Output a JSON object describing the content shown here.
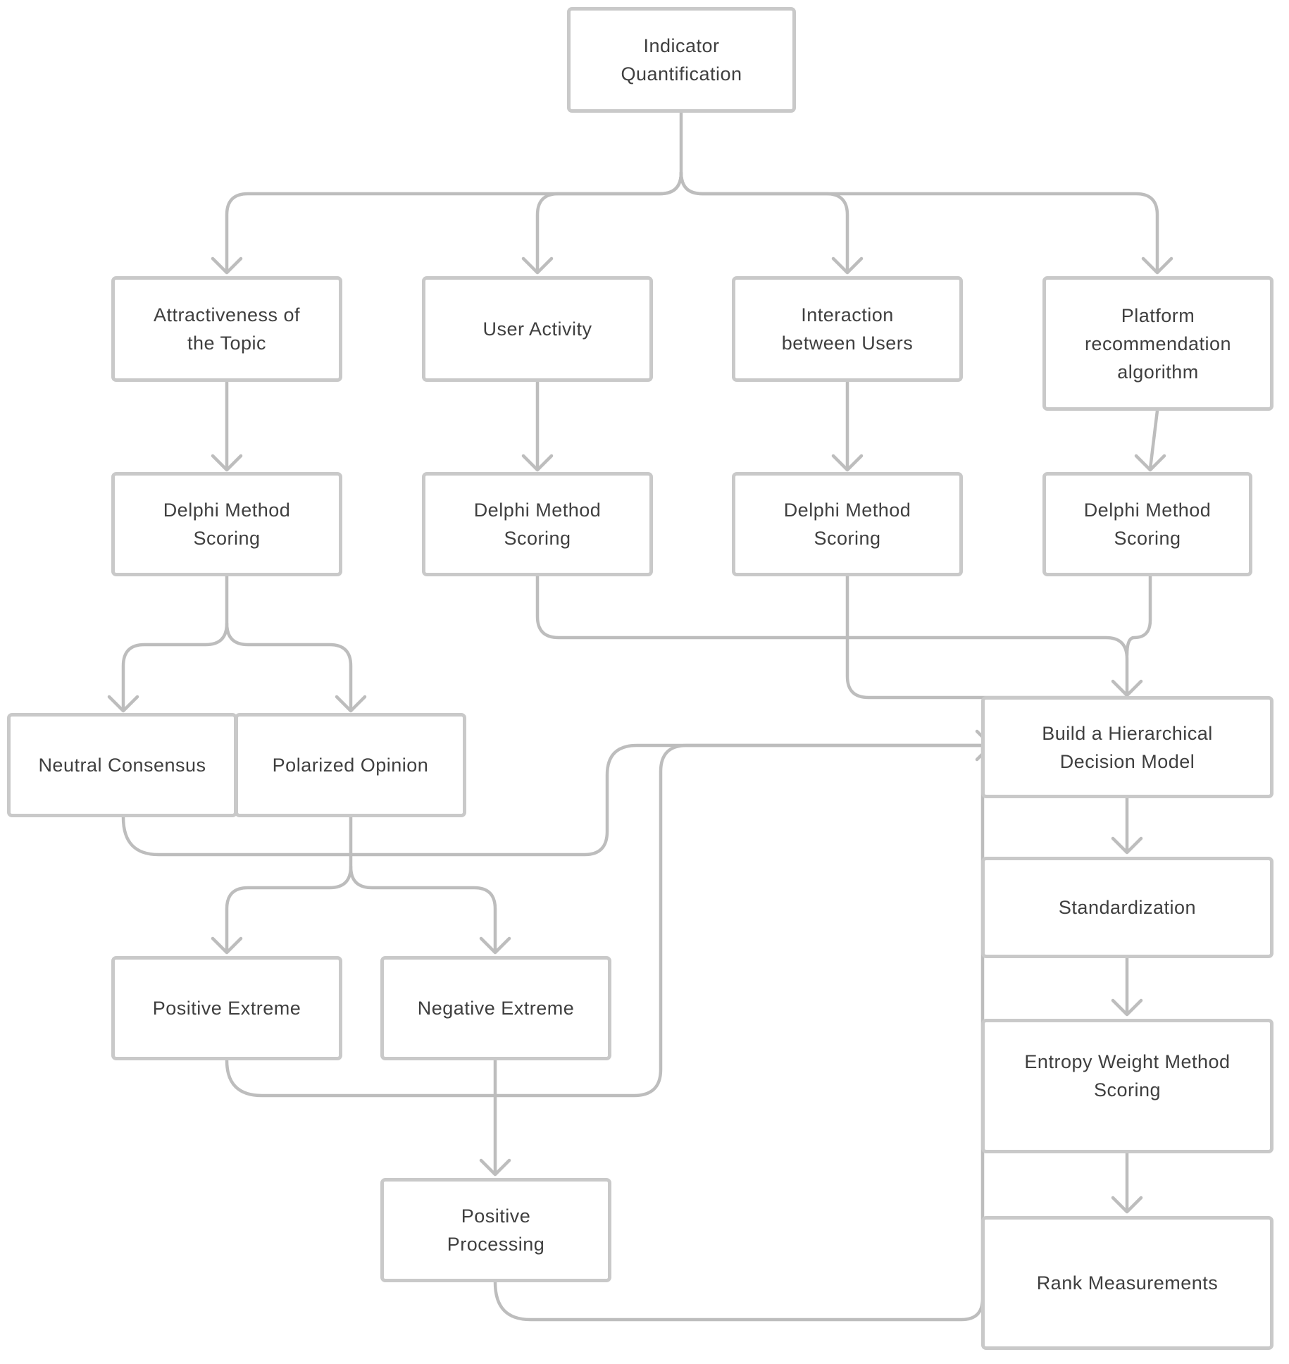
{
  "nodes": {
    "indicator_quantification": "Indicator\nQuantification",
    "attractiveness": "Attractiveness of\nthe Topic",
    "user_activity": "User Activity",
    "interaction": "Interaction\nbetween Users",
    "platform": "Platform\nrecommendation\nalgorithm",
    "delphi_1": "Delphi Method\nScoring",
    "delphi_2": "Delphi Method\nScoring",
    "delphi_3": "Delphi Method\nScoring",
    "delphi_4": "Delphi Method\nScoring",
    "neutral": "Neutral Consensus",
    "polarized": "Polarized Opinion",
    "positive_extreme": "Positive Extreme",
    "negative_extreme": "Negative Extreme",
    "positive_processing": "Positive\nProcessing",
    "build_model": "Build a Hierarchical\nDecision Model",
    "standardization": "Standardization",
    "entropy": "Entropy Weight Method\nScoring",
    "rank": "Rank Measurements"
  }
}
